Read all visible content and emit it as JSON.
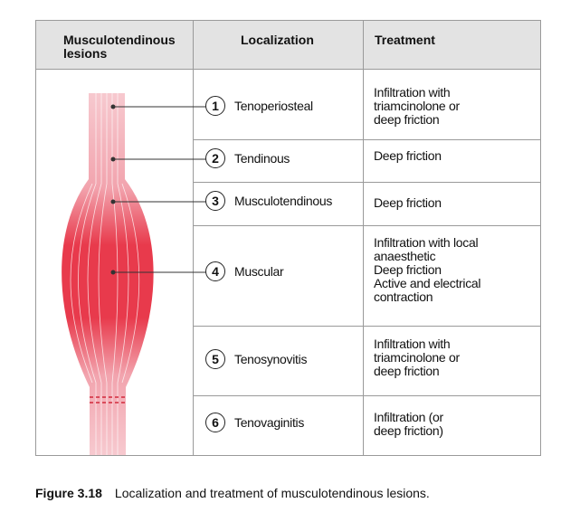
{
  "table": {
    "headers": [
      "Musculotendinous\nlesions",
      "Localization",
      "Treatment"
    ],
    "rows": [
      {
        "number": "1",
        "localization": "Tenoperiosteal",
        "treatment": "Infiltration with\ntriamcinolone or\ndeep friction"
      },
      {
        "number": "2",
        "localization": "Tendinous",
        "treatment": "Deep friction"
      },
      {
        "number": "3",
        "localization": "Musculotendinous",
        "treatment": "Deep friction"
      },
      {
        "number": "4",
        "localization": "Muscular",
        "treatment": "Infiltration with local\nanaesthetic\nDeep friction\nActive and electrical\ncontraction"
      },
      {
        "number": "5",
        "localization": "Tenosynovitis",
        "treatment": "Infiltration with\ntriamcinolone or\ndeep friction"
      },
      {
        "number": "6",
        "localization": "Tenovaginitis",
        "treatment": "Infiltration (or\ndeep friction)"
      }
    ]
  },
  "caption": {
    "label": "Figure 3.18",
    "text": "Localization and treatment of musculotendinous lesions."
  },
  "colors": {
    "muscle_red": "#e83a4c",
    "tendon_pink": "#f7c9cf",
    "header_gray": "#e3e3e3"
  }
}
